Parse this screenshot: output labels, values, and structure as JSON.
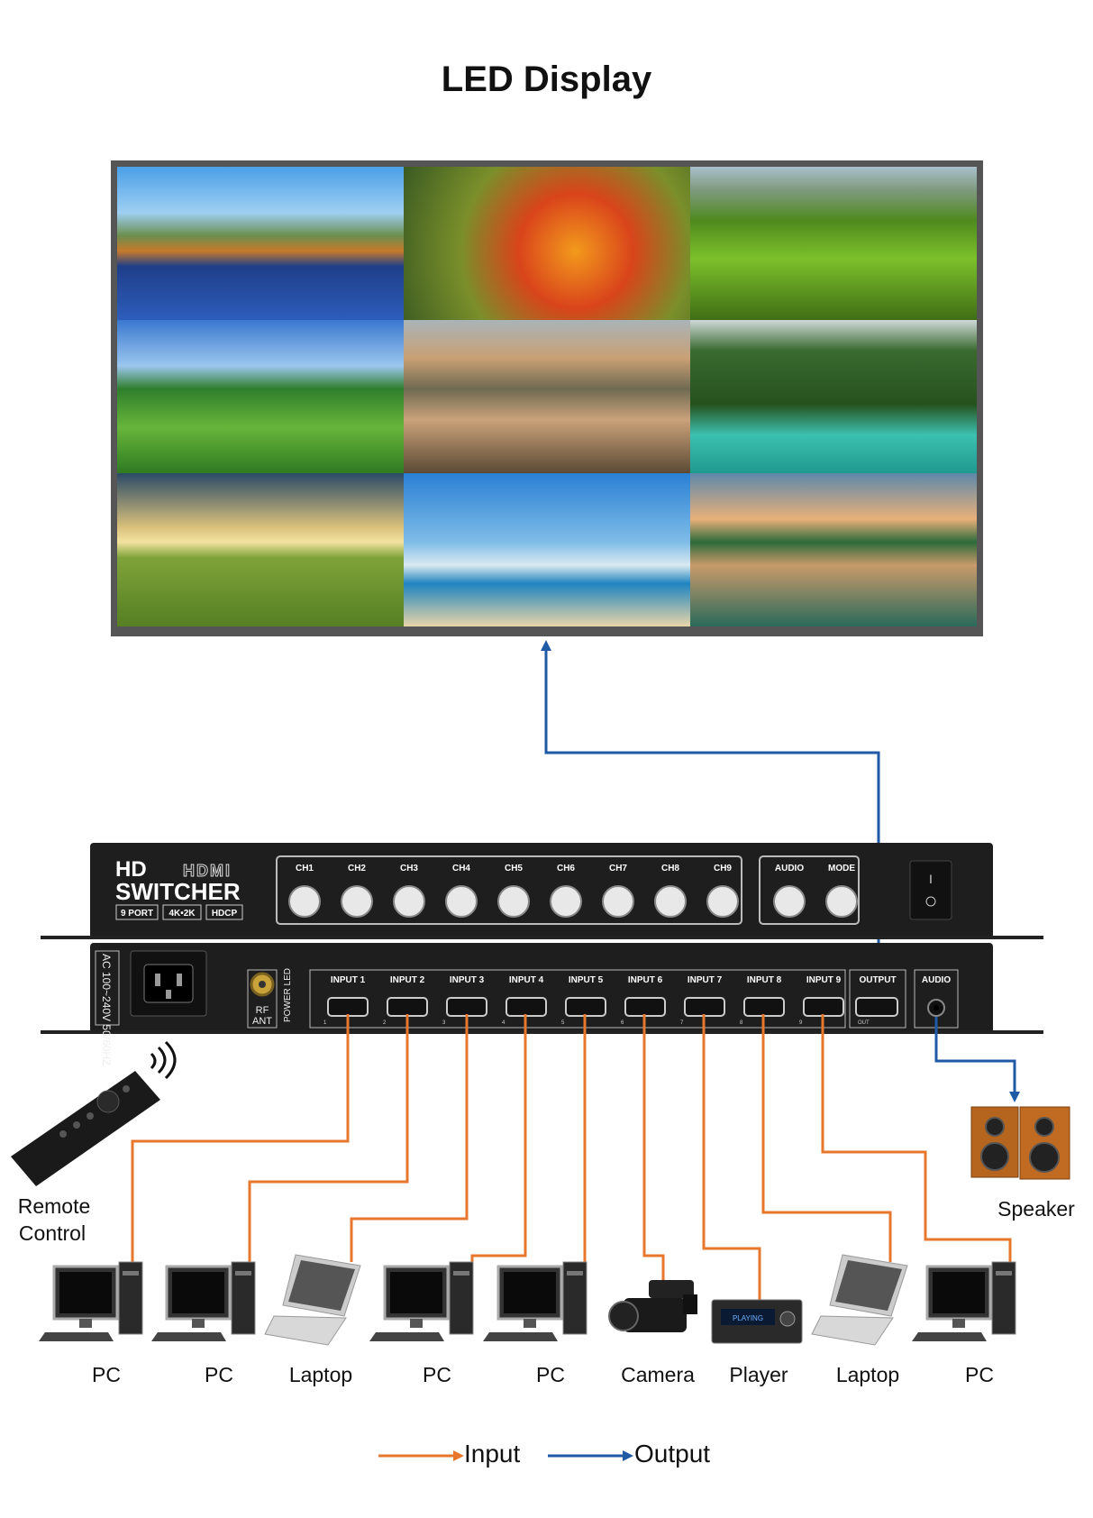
{
  "title": "LED Display",
  "switcher": {
    "brand_line1": "HD",
    "brand_line2": "SWITCHER",
    "hdmi_logo": "HDMI",
    "badges": [
      "9 PORT",
      "4K•2K",
      "HDCP"
    ],
    "channel_buttons": [
      "CH1",
      "CH2",
      "CH3",
      "CH4",
      "CH5",
      "CH6",
      "CH7",
      "CH8",
      "CH9"
    ],
    "aux_buttons": [
      "AUDIO",
      "MODE"
    ],
    "power_label": "AC 100~240V 50/60HZ",
    "rf_label_1": "RF",
    "rf_label_2": "ANT",
    "power_led": "POWER LED",
    "inputs": [
      "INPUT 1",
      "INPUT 2",
      "INPUT 3",
      "INPUT 4",
      "INPUT 5",
      "INPUT 6",
      "INPUT 7",
      "INPUT 8",
      "INPUT 9"
    ],
    "input_numbers": [
      "1",
      "2",
      "3",
      "4",
      "5",
      "6",
      "7",
      "8",
      "9"
    ],
    "output_label": "OUTPUT",
    "output_small": "OUT",
    "audio_label": "AUDIO"
  },
  "remote": {
    "line1": "Remote",
    "line2": "Control"
  },
  "speaker": "Speaker",
  "devices": [
    "PC",
    "PC",
    "Laptop",
    "PC",
    "PC",
    "Camera",
    "Player",
    "Laptop",
    "PC"
  ],
  "player_display": "PLAYING",
  "legend": {
    "input": "Input",
    "output": "Output"
  },
  "colors": {
    "input": "#e8772e",
    "output": "#1f5aa6",
    "panel": "#1e1e1e"
  }
}
